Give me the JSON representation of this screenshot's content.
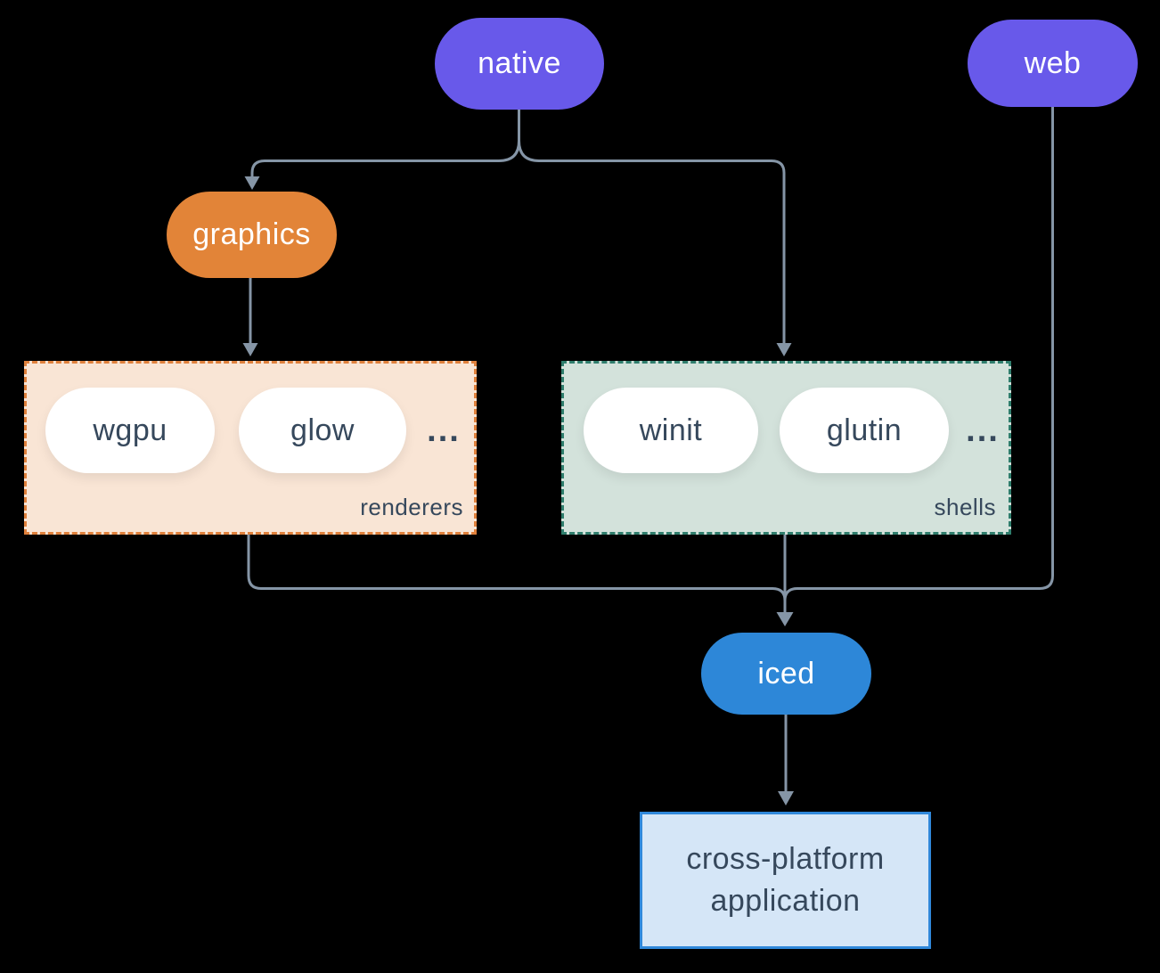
{
  "background": "#000000",
  "palette": {
    "node_purple": "#6859EA",
    "node_orange": "#E28438",
    "node_blue": "#2D87D8",
    "pill_white": "#FFFFFF",
    "text_on_color": "#FFFFFF",
    "text_dark": "#36485C",
    "connector": "#8595A6",
    "renderers_fill": "#F9E5D5",
    "renderers_border": "#E0813C",
    "shells_fill": "#D3E2DB",
    "shells_border": "#2F7E6D",
    "app_fill": "#D5E6F7",
    "app_border": "#3088DA"
  },
  "nodes": {
    "native": {
      "label": "native"
    },
    "web": {
      "label": "web"
    },
    "graphics": {
      "label": "graphics"
    },
    "iced": {
      "label": "iced"
    },
    "application": {
      "line1": "cross-platform",
      "line2": "application"
    }
  },
  "groups": {
    "renderers": {
      "label": "renderers",
      "items": [
        "wgpu",
        "glow"
      ],
      "ellipsis": "..."
    },
    "shells": {
      "label": "shells",
      "items": [
        "winit",
        "glutin"
      ],
      "ellipsis": "..."
    }
  },
  "edges": [
    {
      "from": "native",
      "to": "graphics"
    },
    {
      "from": "native",
      "to": "shells"
    },
    {
      "from": "graphics",
      "to": "renderers"
    },
    {
      "from": "renderers",
      "to": "iced"
    },
    {
      "from": "shells",
      "to": "iced"
    },
    {
      "from": "web",
      "to": "iced"
    },
    {
      "from": "iced",
      "to": "application"
    }
  ]
}
